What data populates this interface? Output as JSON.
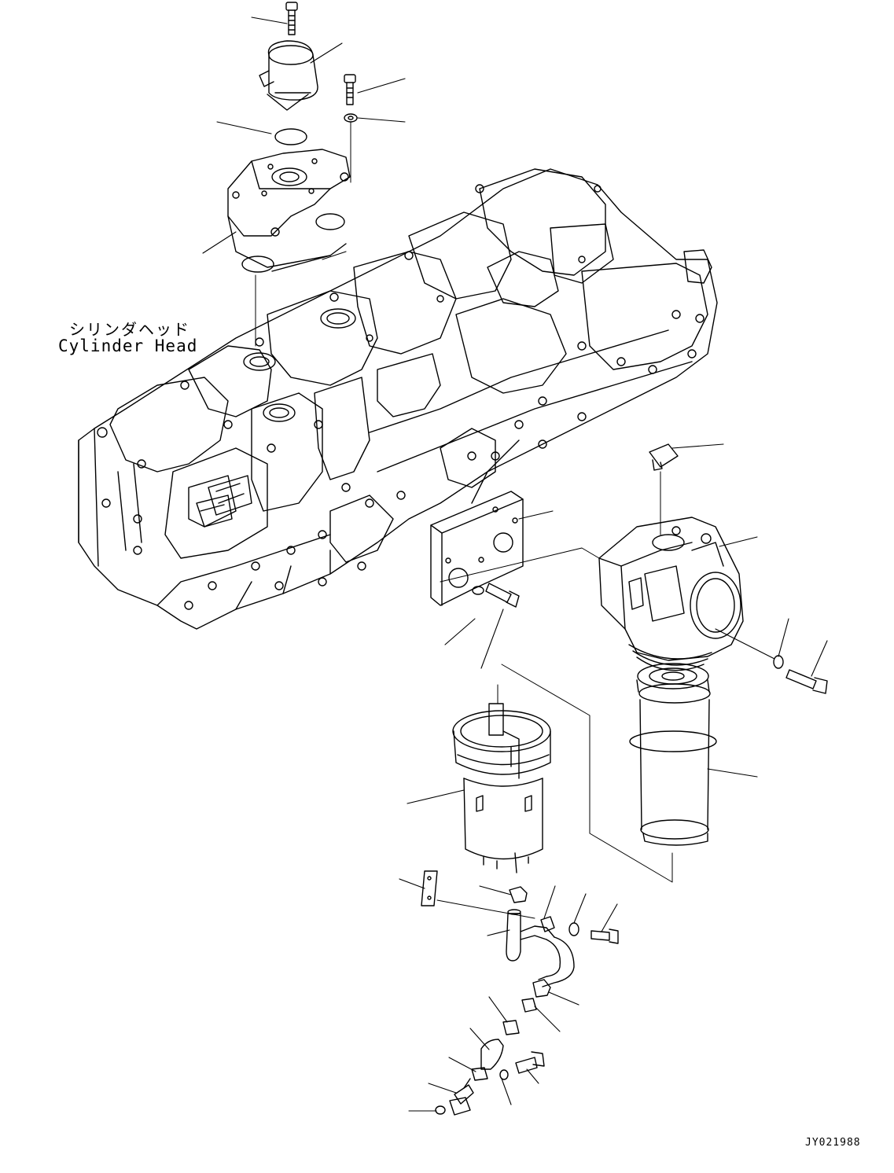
{
  "labels": {
    "cylinder_head_jp": "シリンダヘッド",
    "cylinder_head_en": "Cylinder Head",
    "drawing_code": "JY021988"
  },
  "colors": {
    "line": "#000000",
    "background": "#ffffff"
  }
}
